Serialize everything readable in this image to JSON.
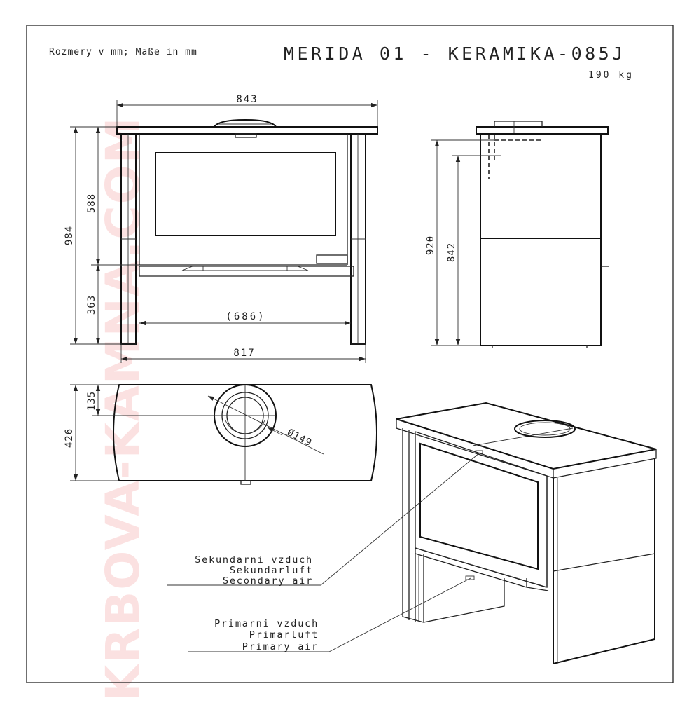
{
  "header": {
    "units_note": "Rozmery v mm; Maße in mm",
    "title": "MERIDA 01 - KERAMIKA-085J",
    "weight": "190 kg"
  },
  "dimensions": {
    "front_width_top": "843",
    "front_height_total": "984",
    "front_height_upper": "588",
    "front_height_lower": "363",
    "front_inner_width": "(686)",
    "front_width_bottom": "817",
    "side_height_outlet": "920",
    "side_height_body": "842",
    "top_offset": "135",
    "top_depth": "426",
    "flue_diameter": "Ø149"
  },
  "callouts": {
    "secondary_air": [
      "Sekundarni vzduch",
      "Sekundarluft",
      "Secondary air"
    ],
    "primary_air": [
      "Primarni vzduch",
      "Primarluft",
      "Primary air"
    ]
  },
  "watermark": {
    "text": "KRBOVA-KAMNA.COM",
    "color": "#ec4a4a"
  }
}
